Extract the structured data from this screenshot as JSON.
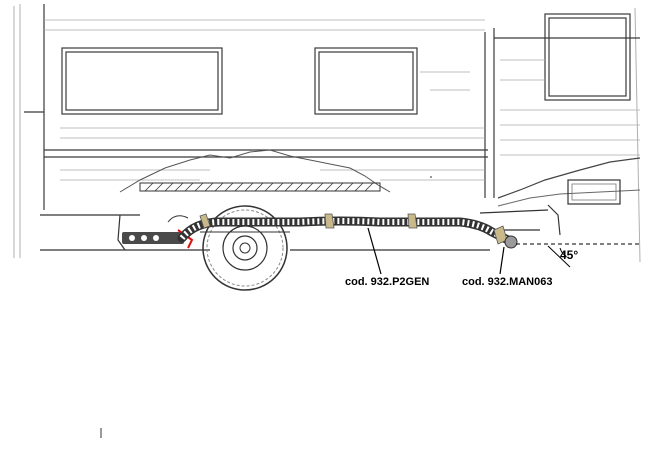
{
  "labels": {
    "hose_code": "cod. 932.P2GEN",
    "valve_code": "cod. 932.MAN063",
    "angle": "45°"
  },
  "colors": {
    "line": "#2a2a2a",
    "light_line": "#9a9a9a",
    "clamp": "#c9b98a",
    "highlight": "#e01010"
  }
}
